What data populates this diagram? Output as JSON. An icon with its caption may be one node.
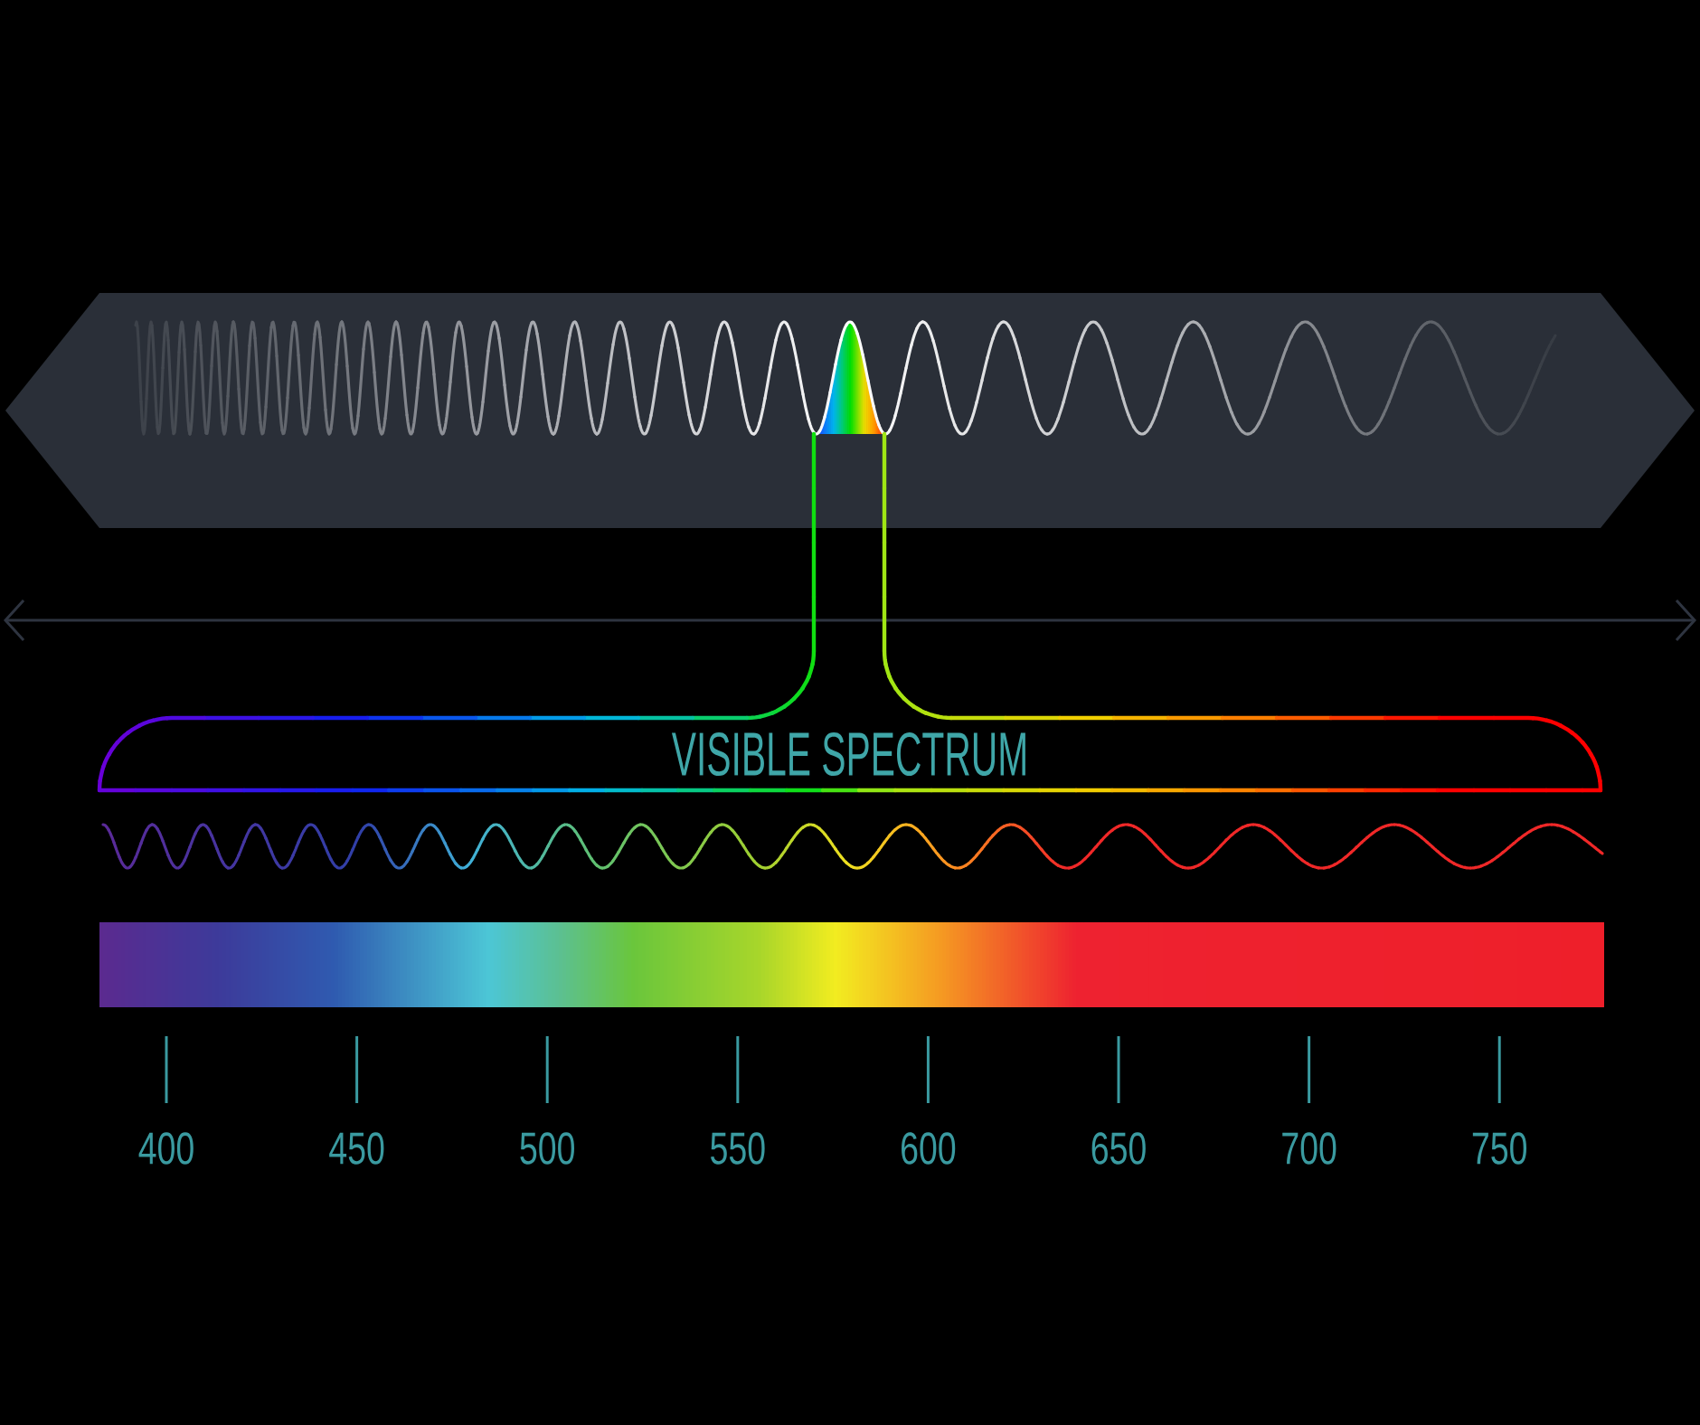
{
  "diagram": {
    "nodes": [
      {
        "text": [
          "VISIBLE SPECTRUM"
        ]
      }
    ],
    "labels": [
      "400",
      "450",
      "500",
      "550",
      "600",
      "650",
      "700",
      "750"
    ]
  }
}
